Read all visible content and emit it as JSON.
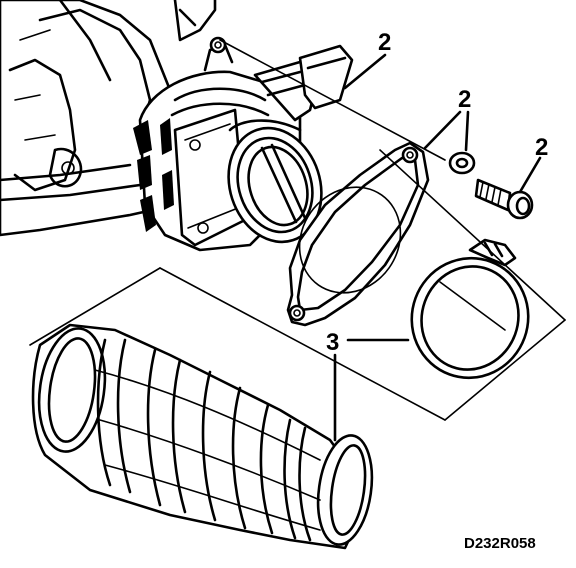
{
  "callouts": {
    "label_a": "2",
    "label_b": "2",
    "label_c": "2",
    "label_d": "3",
    "label_e": "3"
  },
  "figure_code": "D232R058",
  "colors": {
    "ink": "#000000",
    "paper": "#ffffff"
  }
}
